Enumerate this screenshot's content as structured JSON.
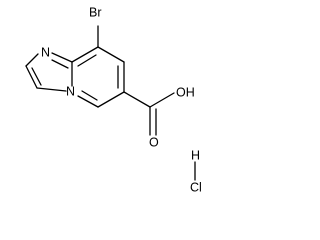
{
  "molecule": {
    "atoms": {
      "bromine": "Br",
      "imidazole_nitrogen": "N",
      "bridgehead_nitrogen": "N",
      "hydroxyl": "OH",
      "carbonyl_oxygen": "O",
      "hydrogen": "H",
      "chlorine": "Cl"
    }
  }
}
